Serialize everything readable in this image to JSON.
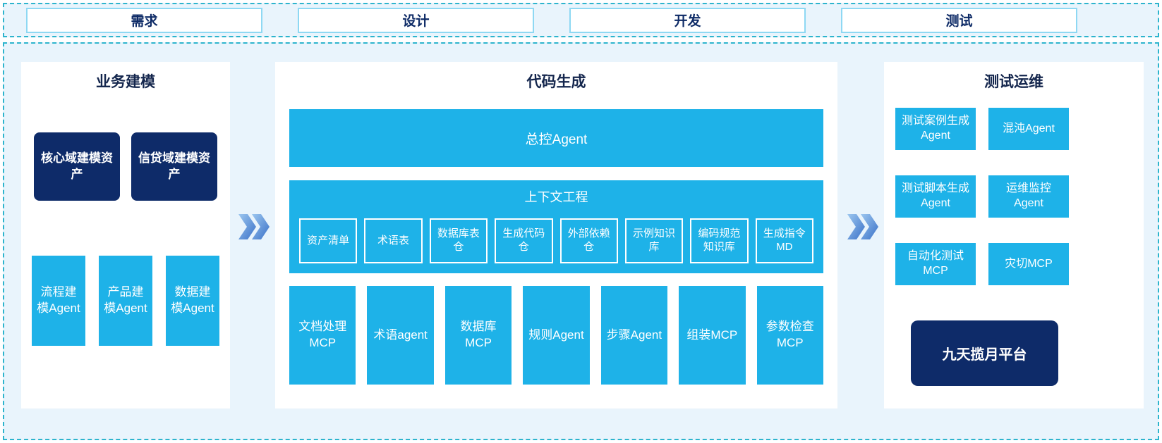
{
  "phases": [
    {
      "label": "需求"
    },
    {
      "label": "设计"
    },
    {
      "label": "开发"
    },
    {
      "label": "测试"
    }
  ],
  "panels": {
    "business": {
      "title": "业务建模",
      "assets": [
        "核心域建模资产",
        "信贷域建模资产"
      ],
      "agents": [
        "流程建模Agent",
        "产品建模Agent",
        "数据建模Agent"
      ]
    },
    "codegen": {
      "title": "代码生成",
      "master_agent": "总控Agent",
      "context": {
        "title": "上下文工程",
        "items": [
          "资产清单",
          "术语表",
          "数据库表仓",
          "生成代码仓",
          "外部依赖仓",
          "示例知识库",
          "编码规范知识库",
          "生成指令MD"
        ]
      },
      "mcps": [
        "文档处理MCP",
        "术语agent",
        "数据库MCP",
        "规则Agent",
        "步骤Agent",
        "组装MCP",
        "参数检查MCP"
      ]
    },
    "testops": {
      "title": "测试运维",
      "boxes": [
        "测试案例生成Agent",
        "混沌Agent",
        "测试脚本生成Agent",
        "运维监控Agent",
        "自动化测试MCP",
        "灾切MCP"
      ],
      "platform": "九天揽月平台"
    }
  },
  "colors": {
    "cyan": "#1eb2e8",
    "navy": "#0e2b69",
    "dashed_border": "#2db4cd",
    "panel_background": "#ffffff",
    "area_background": "#e9f4fc",
    "phase_border": "#8ed8f3",
    "phase_text": "#0d2a66",
    "chevron_gradient_start": "#9cc6ef",
    "chevron_gradient_end": "#3a71c8"
  }
}
